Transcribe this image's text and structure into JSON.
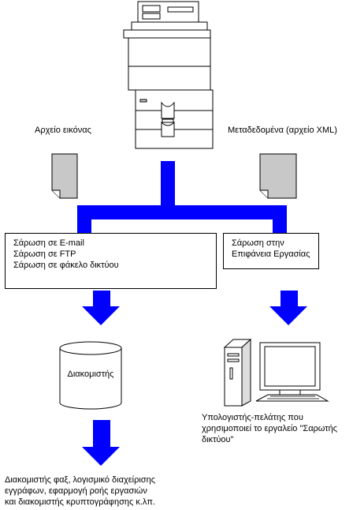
{
  "labels": {
    "image_file": "Αρχείο εικόνας",
    "metadata_file": "Μεταδεδομένα (αρχείο XML)",
    "server": "Διακομιστής",
    "client_pc": [
      "Υπολογιστής-πελάτης που",
      "χρησιμοποιεί το εργαλείο \"Σαρωτής",
      "δικτύου\""
    ],
    "bottom_note": [
      "Διακομιστής φαξ, λογισμικό διαχείρισης",
      "εγγράφων, εφαρμογή ροής εργασιών",
      "και διακομιστής κρυπτογράφησης κ.λπ."
    ]
  },
  "left_box": [
    "Σάρωση σε E-mail",
    "Σάρωση σε FTP",
    "Σάρωση σε φάκελο δικτύου"
  ],
  "right_box": [
    "Σάρωση στην",
    "Επιφάνεια Εργασίας"
  ],
  "colors": {
    "arrow": "#0000ff",
    "doc_fill": "#c8c8c8",
    "device_fill": "#ffffff",
    "outline": "#000000"
  }
}
